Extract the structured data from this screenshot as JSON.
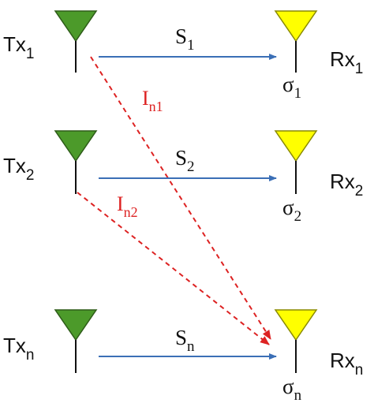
{
  "colors": {
    "tx_antenna": "#4c9a2a",
    "rx_antenna": "#ffff00",
    "signal_arrow": "#3b6fb6",
    "interference_arrow": "#dd2222",
    "text": "#111111"
  },
  "transmitters": [
    {
      "base": "Tx",
      "sub": "1"
    },
    {
      "base": "Tx",
      "sub": "2"
    },
    {
      "base": "Tx",
      "sub": "n"
    }
  ],
  "receivers": [
    {
      "base": "Rx",
      "sub": "1"
    },
    {
      "base": "Rx",
      "sub": "2"
    },
    {
      "base": "Rx",
      "sub": "n"
    }
  ],
  "signals": [
    {
      "base": "S",
      "sub": "1"
    },
    {
      "base": "S",
      "sub": "2"
    },
    {
      "base": "S",
      "sub": "n"
    }
  ],
  "noise": [
    {
      "base": "σ",
      "sub": "1"
    },
    {
      "base": "σ",
      "sub": "2"
    },
    {
      "base": "σ",
      "sub": "n"
    }
  ],
  "interference": [
    {
      "base": "I",
      "sub": "n1"
    },
    {
      "base": "I",
      "sub": "n2"
    }
  ]
}
